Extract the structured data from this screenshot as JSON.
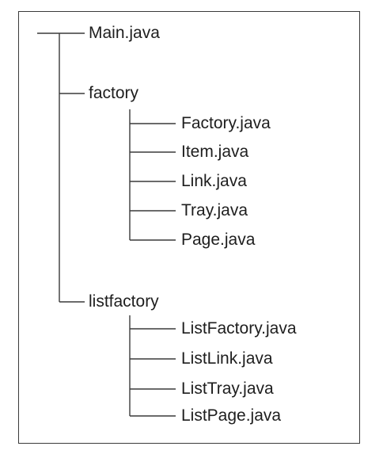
{
  "tree": {
    "root_file": "Main.java",
    "packages": [
      {
        "name": "factory",
        "files": [
          "Factory.java",
          "Item.java",
          "Link.java",
          "Tray.java",
          "Page.java"
        ]
      },
      {
        "name": "listfactory",
        "files": [
          "ListFactory.java",
          "ListLink.java",
          "ListTray.java",
          "ListPage.java"
        ]
      }
    ]
  },
  "colors": {
    "line": "#3a3a3a",
    "text": "#1e1e1e",
    "border": "#3a3a3a"
  }
}
